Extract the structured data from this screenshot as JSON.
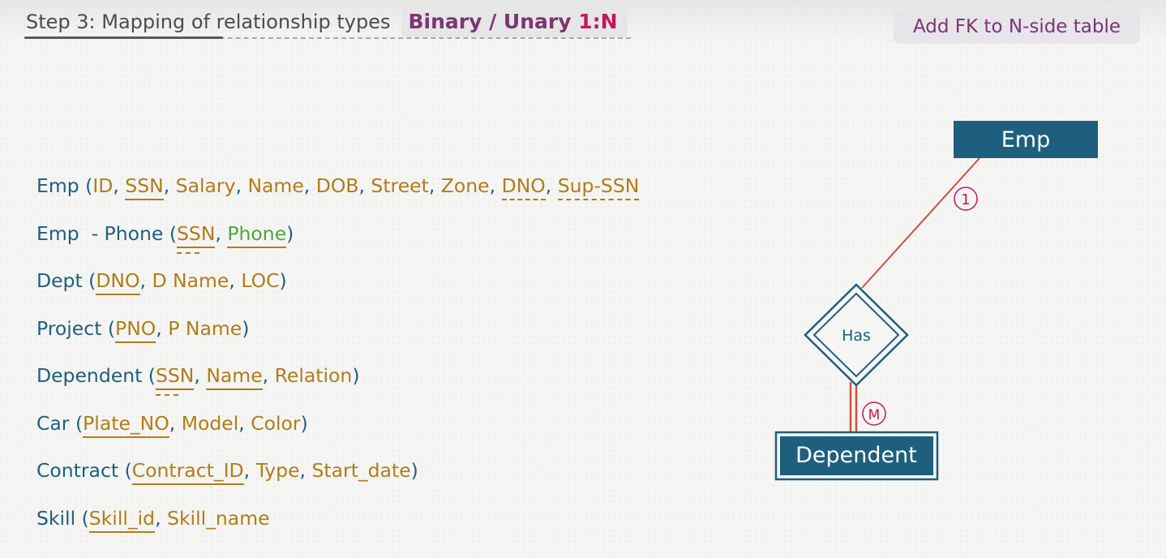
{
  "header": {
    "step_label": "Step 3: Mapping of relationship types",
    "type_label": "Binary / Unary",
    "ratio_label": "1:N",
    "note": "Add FK to N-side table"
  },
  "schemas": [
    {
      "table": "Emp",
      "attrs": [
        "ID",
        "SSN",
        "Salary",
        "Name",
        "DOB",
        "Street",
        "Zone",
        "DNO",
        "Sup-SSN"
      ]
    },
    {
      "table": "Emp  - Phone",
      "attrs": [
        "SSN",
        "Phone"
      ],
      "close": ")"
    },
    {
      "table": "Dept",
      "attrs": [
        "DNO",
        "D Name",
        "LOC"
      ],
      "close": ")"
    },
    {
      "table": "Project",
      "attrs": [
        "PNO",
        "P Name"
      ],
      "close": ")"
    },
    {
      "table": "Dependent",
      "attrs": [
        "SSN",
        "Name",
        "Relation"
      ],
      "close": ")"
    },
    {
      "table": "Car",
      "attrs": [
        "Plate_NO",
        "Model",
        "Color"
      ],
      "close": ")"
    },
    {
      "table": "Contract",
      "attrs": [
        "Contract_ID",
        "Type",
        "Start_date"
      ],
      "close": ")"
    },
    {
      "table": "Skill",
      "attrs": [
        "Skill_id",
        "Skill_name"
      ]
    }
  ],
  "er_diagram": {
    "entity_top": "Emp",
    "relationship": "Has",
    "entity_bottom": "Dependent",
    "cardinality_top": "1",
    "cardinality_bottom": "M"
  },
  "colors": {
    "entity_fill": "#1e5f7e",
    "relationship_border": "#1e5f7e",
    "cardinality": "#c2185b",
    "line": "#d0503a",
    "attribute": "#b07d1a",
    "table_name": "#1e5f7e"
  }
}
